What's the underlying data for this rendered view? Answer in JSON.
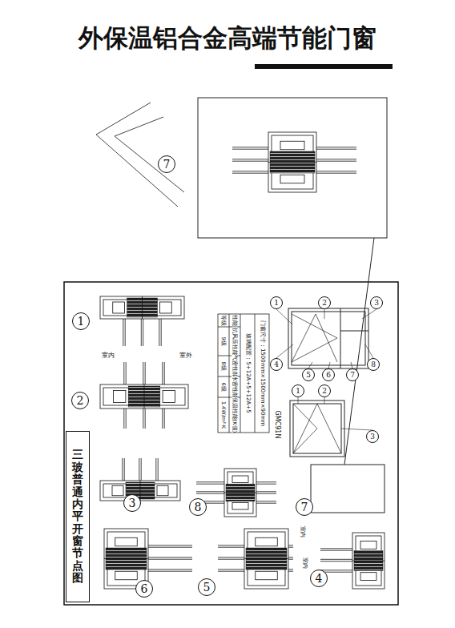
{
  "diagram": {
    "title": "外保温铝合金高端节能门窗",
    "nodes": [
      {
        "text": [
          "7"
        ]
      },
      {
        "text": [
          "1"
        ]
      },
      {
        "text": [
          "1"
        ]
      },
      {
        "text": [
          "2"
        ]
      },
      {
        "text": [
          "3"
        ]
      },
      {
        "text": [
          "4"
        ]
      },
      {
        "text": [
          "2"
        ]
      },
      {
        "text": [
          "5"
        ]
      },
      {
        "text": [
          "6"
        ]
      },
      {
        "text": [
          "7"
        ]
      },
      {
        "text": [
          "8"
        ]
      },
      {
        "text": [
          "1"
        ]
      },
      {
        "text": [
          "2"
        ]
      },
      {
        "text": [
          "3"
        ]
      },
      {
        "text": [
          "3"
        ]
      },
      {
        "text": [
          "8"
        ]
      },
      {
        "text": [
          "7"
        ]
      },
      {
        "text": [
          "三玻普通内平开窗节点图"
        ]
      },
      {
        "text": [
          "6"
        ]
      },
      {
        "text": [
          "5"
        ]
      },
      {
        "text": [
          "4"
        ]
      }
    ],
    "labels": [
      "室内",
      "室外",
      "室内",
      "室内",
      "性能",
      "等级",
      "抗风压性能",
      "气密性能",
      "水密性能",
      "保温性能(K值)",
      "9级",
      "8级",
      "6级",
      "1.4W/m²·K",
      "门窗尺寸：1500mm×1500mm×90mm",
      "玻璃配置：5+12A+5+12A+5",
      "GMC91N"
    ]
  }
}
